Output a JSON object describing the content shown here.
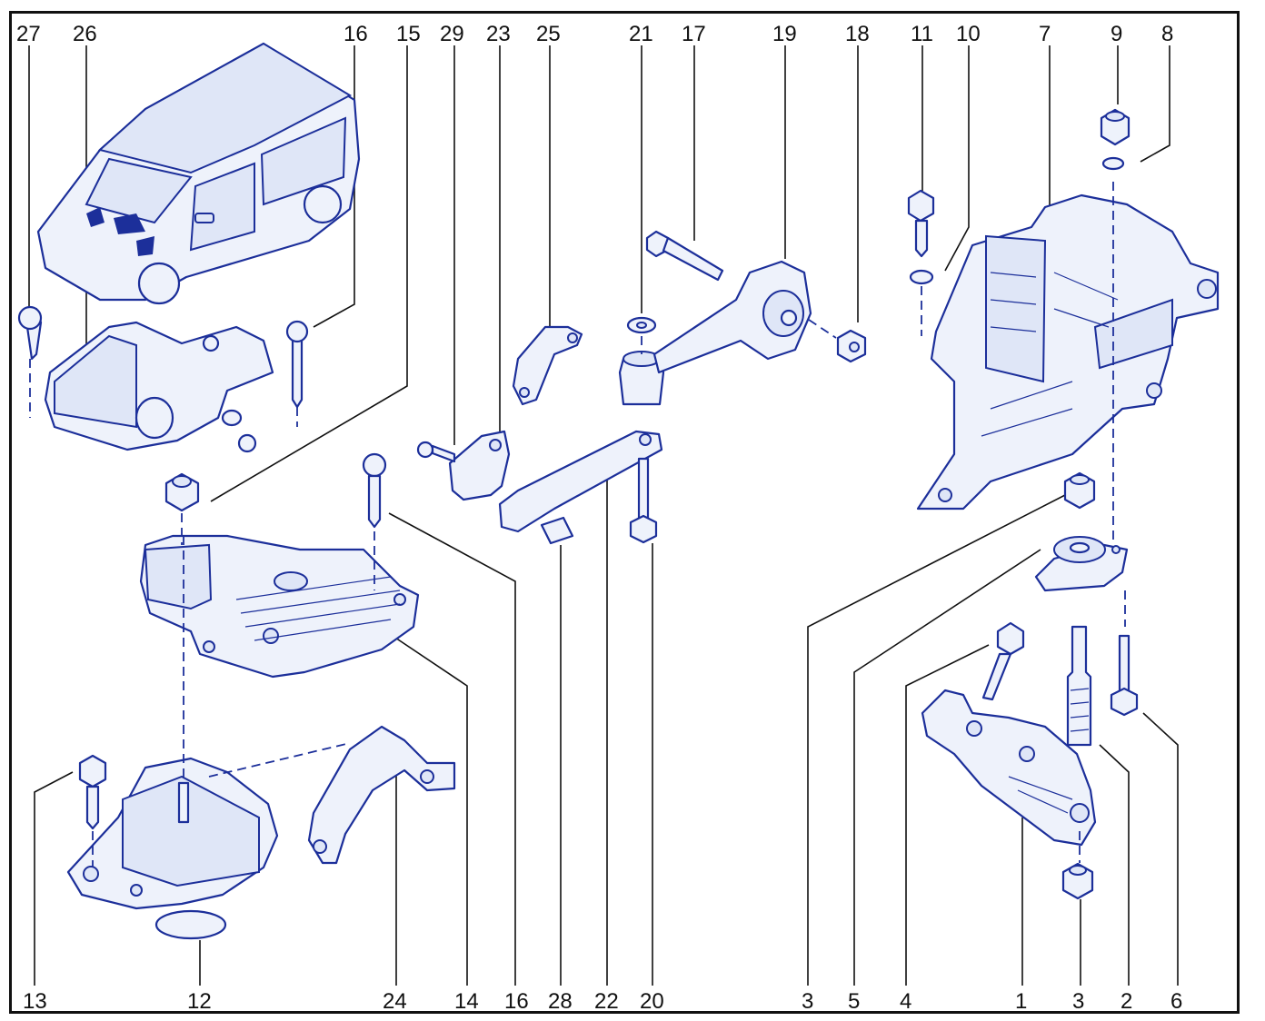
{
  "colors": {
    "ink": "#1c2f9a",
    "frame": "#111111",
    "background": "#ffffff"
  },
  "labels_top": [
    "27",
    "26",
    "16",
    "15",
    "29",
    "23",
    "25",
    "21",
    "17",
    "19",
    "18",
    "11",
    "10",
    "7",
    "9",
    "8"
  ],
  "labels_bottom": [
    "13",
    "12",
    "24",
    "14",
    "16",
    "28",
    "22",
    "20",
    "3",
    "5",
    "4",
    "1",
    "3",
    "2",
    "6"
  ],
  "parts": {
    "van": "vehicle-illustration",
    "mount_left_small": "engine-mount-assembly",
    "mount_left_upper": "mount-bracket-14",
    "mount_left_lower": "mount-bracket-12",
    "bracket_24": "bracket-24",
    "torque_rod": "torque-rod-19",
    "link_bar": "link-bar-22",
    "mount_right_large": "mount-bracket-7",
    "mount_right_lower": "mount-bracket-1",
    "rubber_pad": "rubber-pad-5"
  }
}
